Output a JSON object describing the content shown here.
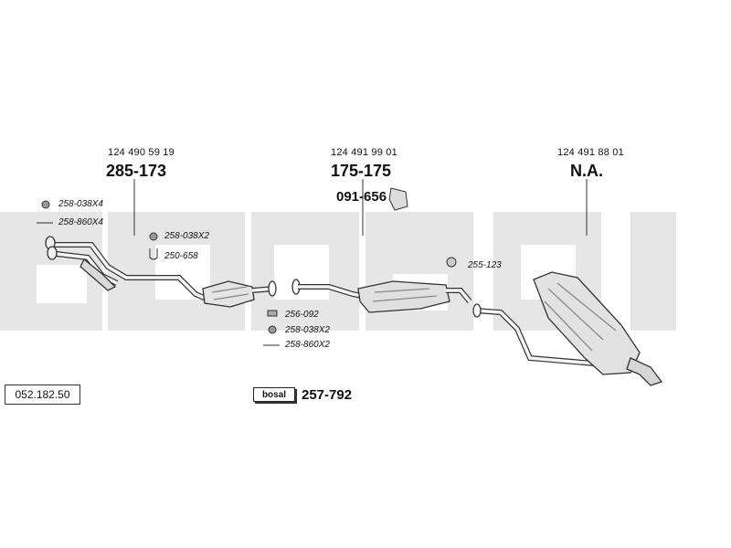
{
  "reference": "052.182.50",
  "watermark": "bosal",
  "sections": [
    {
      "oem": "124 490 59 19",
      "part": "285-173"
    },
    {
      "oem": "124 491 99 01",
      "part": "175-175"
    },
    {
      "oem": "124 491 88 01",
      "part": "N.A."
    }
  ],
  "accessories": {
    "a1": "258-038X4",
    "a2": "258-860X4",
    "a3": "258-038X2",
    "a4": "250-658",
    "a5": "255-123",
    "a6": "256-092",
    "a7": "258-038X2",
    "a8": "258-860X2"
  },
  "hanger_part": "091-656",
  "kit": {
    "brand": "bosal",
    "part": "257-792"
  }
}
